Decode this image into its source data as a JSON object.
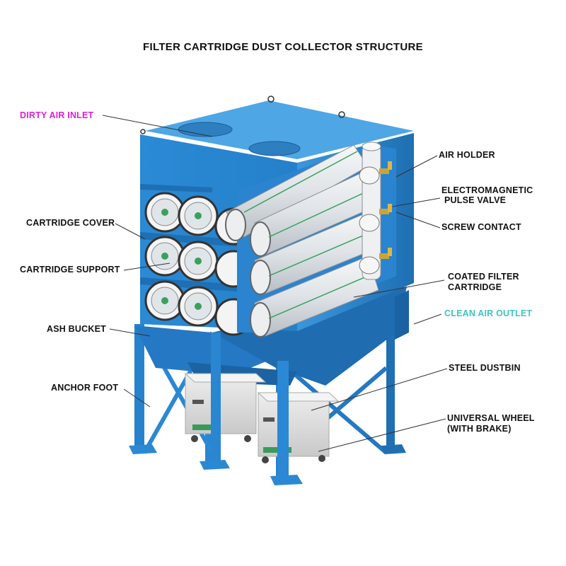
{
  "title": "FILTER CARTRIDGE DUST COLLECTOR STRUCTURE",
  "colors": {
    "body": "#2a8ad4",
    "body_dark": "#1f70b3",
    "body_light": "#52a8e6",
    "cartridge": "#e3e6ea",
    "dirty_air_inlet": "#e020d8",
    "clean_air_outlet": "#3cc7c0",
    "label": "#111111"
  },
  "labels": {
    "dirty_air_inlet": "DIRTY AIR INLET",
    "cartridge_cover": "CARTRIDGE COVER",
    "cartridge_support": "CARTRIDGE SUPPORT",
    "ash_bucket": "ASH BUCKET",
    "anchor_foot": "ANCHOR FOOT",
    "air_holder": "AIR HOLDER",
    "electromagnetic_1": "ELECTROMAGNETIC",
    "electromagnetic_2": "PULSE VALVE",
    "screw_contact": "SCREW CONTACT",
    "coated_filter_1": "COATED FILTER",
    "coated_filter_2": "CARTRIDGE",
    "clean_air_outlet": "CLEAN AIR OUTLET",
    "steel_dustbin": "STEEL DUSTBIN",
    "universal_wheel_1": "UNIVERSAL WHEEL",
    "universal_wheel_2": "(WITH BRAKE)"
  }
}
